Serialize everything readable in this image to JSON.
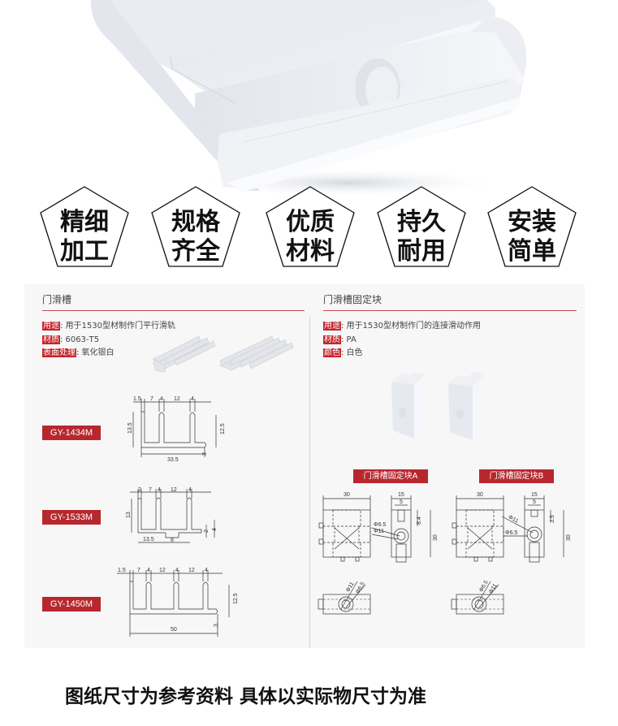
{
  "hero": {
    "description": "White nylon door slide channel fixing block, close-up product photo",
    "icon": "product-photo"
  },
  "features": [
    {
      "line1": "精细",
      "line2": "加工"
    },
    {
      "line1": "规格",
      "line2": "齐全"
    },
    {
      "line1": "优质",
      "line2": "材料"
    },
    {
      "line1": "持久",
      "line2": "耐用"
    },
    {
      "line1": "安装",
      "line2": "简单"
    }
  ],
  "left_section": {
    "title": "门滑槽",
    "specs": [
      {
        "label": "用途",
        "value": ": 用于1530型材制作门平行滑轨"
      },
      {
        "label": "材质",
        "value": ": 6063-T5"
      },
      {
        "label": "表面处理",
        "value": ": 氧化银白"
      }
    ],
    "models": [
      {
        "code": "GY-1434M",
        "top_dims": [
          "1.5",
          "7",
          "4",
          "12",
          "4"
        ],
        "left_dim": "13.5",
        "right_dim": "12.5",
        "base_dim": "3",
        "width_dim": "33.5"
      },
      {
        "code": "GY-1533M",
        "top_dims": [
          "2",
          "7",
          "4",
          "12",
          "4"
        ],
        "left_dim": "13",
        "right_dims": [
          "2",
          "4"
        ],
        "bottom_dims": [
          "13.5",
          "8"
        ]
      },
      {
        "code": "GY-1450M",
        "top_dims": [
          "1.5",
          "7",
          "4",
          "12",
          "4",
          "12",
          "4"
        ],
        "right_dim": "12.5",
        "base_dim": "3",
        "width_dim": "50"
      }
    ]
  },
  "right_section": {
    "title": "门滑槽固定块",
    "specs": [
      {
        "label": "用途",
        "value": ": 用于1530型材制作门的连接滑动作用"
      },
      {
        "label": "材质",
        "value": ": PA"
      },
      {
        "label": "颜色",
        "value": ": 白色"
      }
    ],
    "blocks": [
      {
        "name": "门滑槽固定块A",
        "width": "30",
        "side_width": "15",
        "slot": "5",
        "slot_depth": "8.4",
        "height": "30",
        "hole_inner": "Φ6.5",
        "hole_outer": "Φ11"
      },
      {
        "name": "门滑槽固定块B",
        "width": "30",
        "side_width": "15",
        "slot": "5",
        "slot_depth": "3.5",
        "height": "30",
        "hole_inner": "Φ6.5",
        "hole_outer": "Φ11"
      }
    ]
  },
  "footer": {
    "note": "图纸尺寸为参考资料 具体以实际物尺寸为准"
  },
  "colors": {
    "accent_red": "#b7282e",
    "label_red": "#c8232c",
    "rule_red": "#c94a4a",
    "sheet_bg": "#f7f7f7",
    "block_white": "#eef1f5"
  }
}
